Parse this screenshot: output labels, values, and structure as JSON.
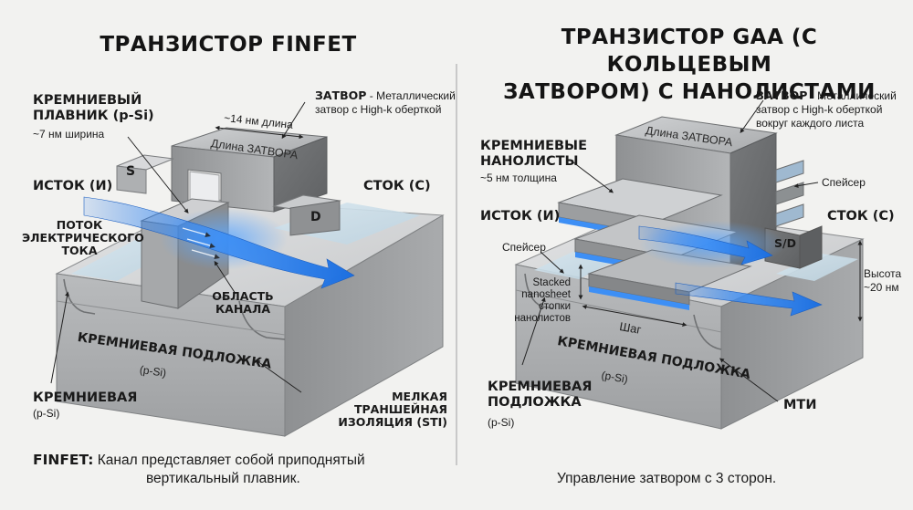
{
  "left": {
    "title": "ТРАНЗИСТОР FINFET",
    "fin_label": "КРЕМНИЕВЫЙ ПЛАВНИК (p-Si)",
    "fin_width": "~7 нм ширина",
    "gate_label": "ЗАТВОР",
    "gate_desc_line1": "- Металлический",
    "gate_desc_line2": "затвор с High-k оберткой",
    "gate_length_value": "~14 нм длина",
    "gate_length_label": "Длина ЗАТВОРА",
    "source_block": "S",
    "drain_block": "D",
    "source_label": "ИСТОК (И)",
    "drain_label": "СТОК (С)",
    "current_label": "ПОТОК ЭЛЕКТРИЧЕСКОГО ТОКА",
    "channel_label": "ОБЛАСТЬ КАНАЛА",
    "substrate_label": "КРЕМНИЕВАЯ ПОДЛОЖКА",
    "substrate_sub": "(p-Si)",
    "substrate_side_label": "КРЕМНИЕВАЯ",
    "substrate_side_sub": "(p-Si)",
    "sti_label": "МЕЛКАЯ ТРАНШЕЙНАЯ ИЗОЛЯЦИЯ (STI)",
    "caption_bold": "FINFET:",
    "caption_line1": "Канал представляет собой приподнятый",
    "caption_line2": "вертикальный плавник."
  },
  "right": {
    "title_line1": "ТРАНЗИСТОР GAA (С КОЛЬЦЕВЫМ",
    "title_line2": "ЗАТВОРОМ) С НАНОЛИСТАМИ",
    "gate_label": "ЗАТВОР",
    "gate_desc_line1": "- Металлический",
    "gate_desc_line2": "затвор с High-k оберткой",
    "gate_desc_line3": "вокруг каждого листа",
    "gate_length_label": "Длина ЗАТВОРА",
    "nanosheets_label": "КРЕМНИЕВЫЕ НАНОЛИСТЫ",
    "nanosheets_thickness": "~5 нм толщина",
    "spacer_right": "Спейсер",
    "spacer_left": "Спейсер",
    "source_label": "ИСТОК (И)",
    "drain_label": "СТОК (С)",
    "sd_block": "S/D",
    "height_label": "Высота",
    "height_value": "~20 нм",
    "stack_en_line1": "Stacked",
    "stack_en_line2": "nanosheet",
    "stack_ru_line1": "стопки",
    "stack_ru_line2": "нанолистов",
    "pitch_label": "Шаг",
    "substrate_label": "КРЕМНИЕВАЯ ПОДЛОЖКА",
    "substrate_sub": "(p-Si)",
    "substrate_side_label": "КРЕМНИЕВАЯ ПОДЛОЖКА",
    "substrate_side_sub": "(p-Si)",
    "mti_label": "МТИ",
    "caption": "Управление затвором с 3 сторон."
  }
}
